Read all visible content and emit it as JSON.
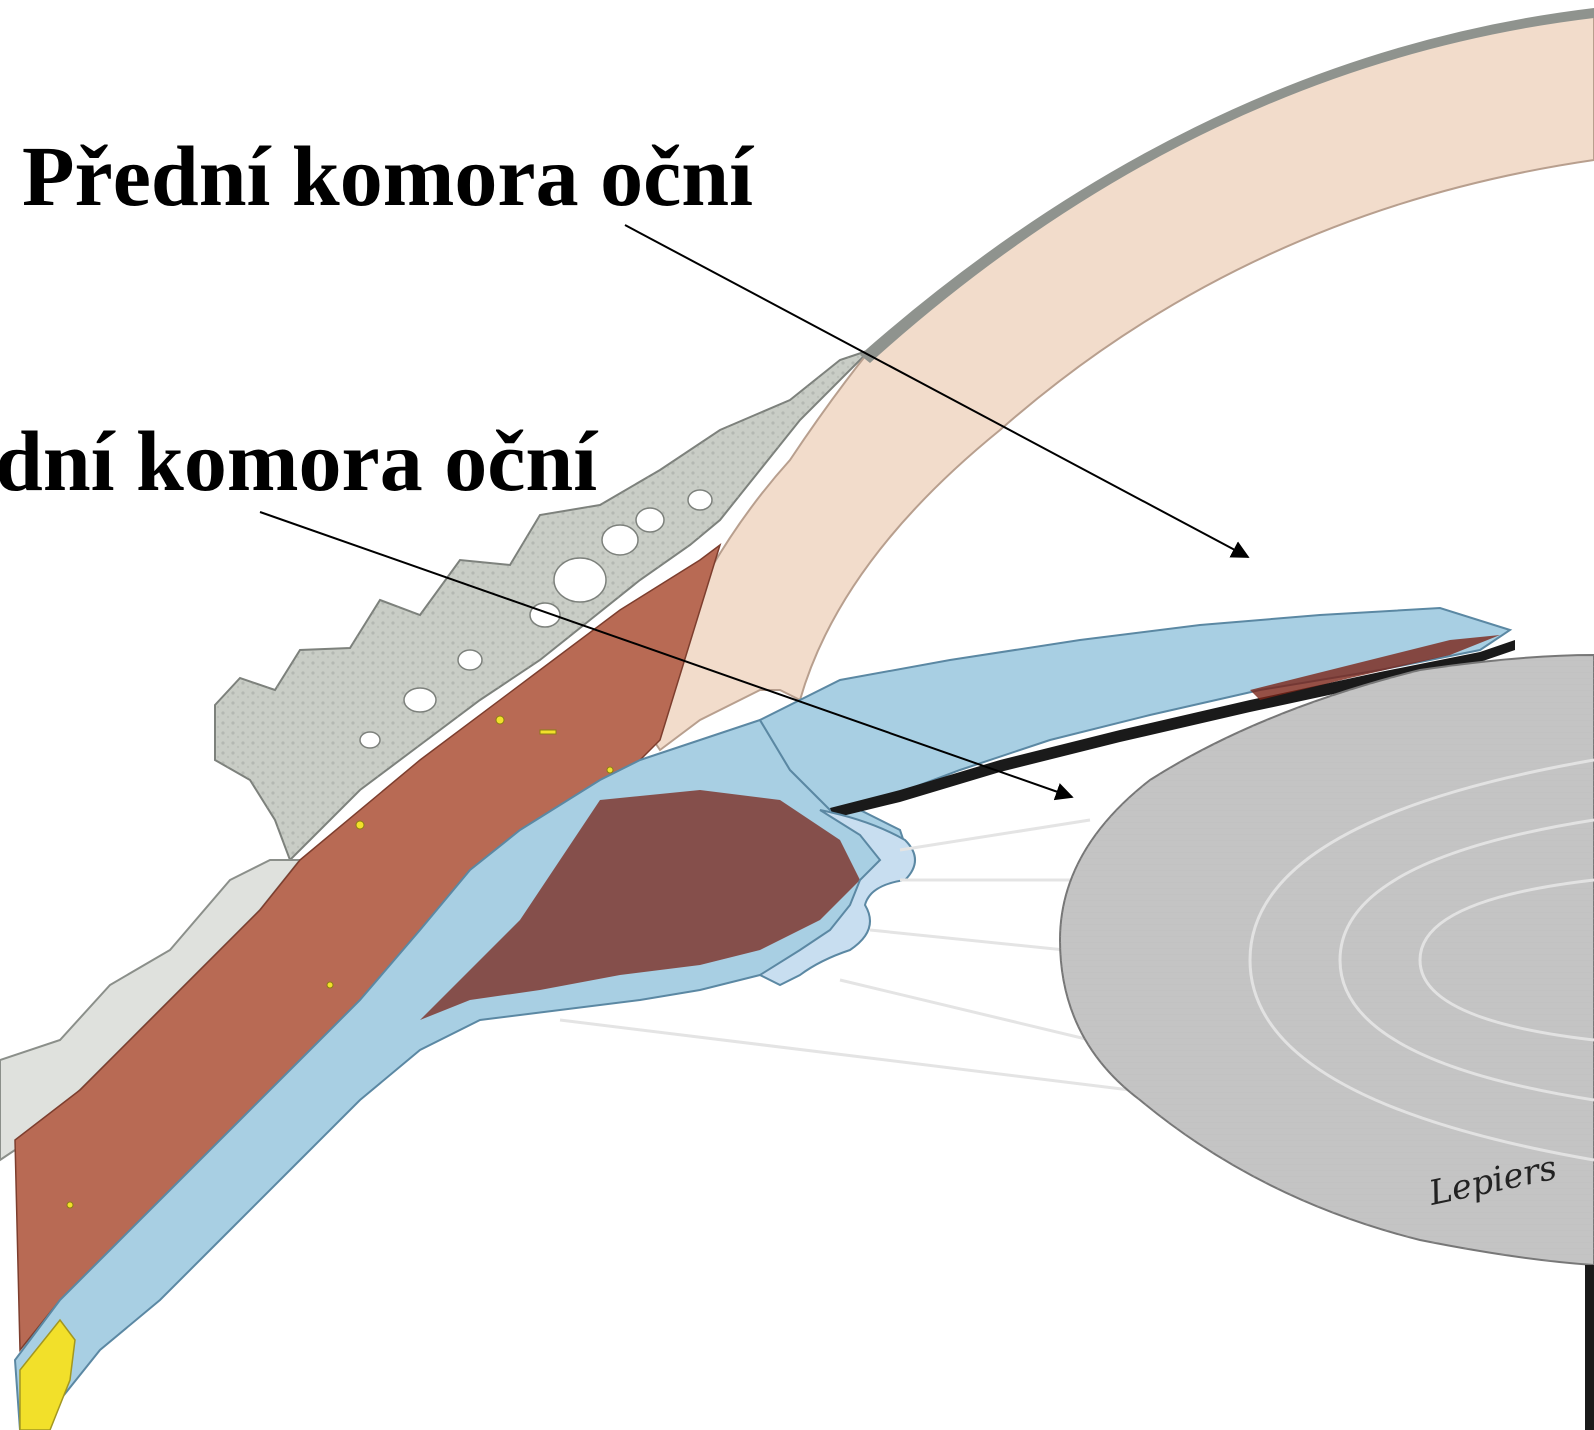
{
  "labels": {
    "anterior_chamber": "Přední komora oční",
    "posterior_chamber": "dní komora oční"
  },
  "signature": "Lepiers",
  "colors": {
    "background": "#ffffff",
    "cornea": "#f2dccb",
    "sclera_conjunctiva": "#c9cdc6",
    "ciliary_muscle": "#b86a54",
    "ciliary_body_iris": "#a8cfe3",
    "pigment_red": "#7a2418",
    "lens": "#c4c4c4",
    "zonule": "#efefef",
    "label_text": "#000000",
    "nerve_yellow": "#f2e02a"
  },
  "icons": [
    "arrow-head-icon"
  ]
}
